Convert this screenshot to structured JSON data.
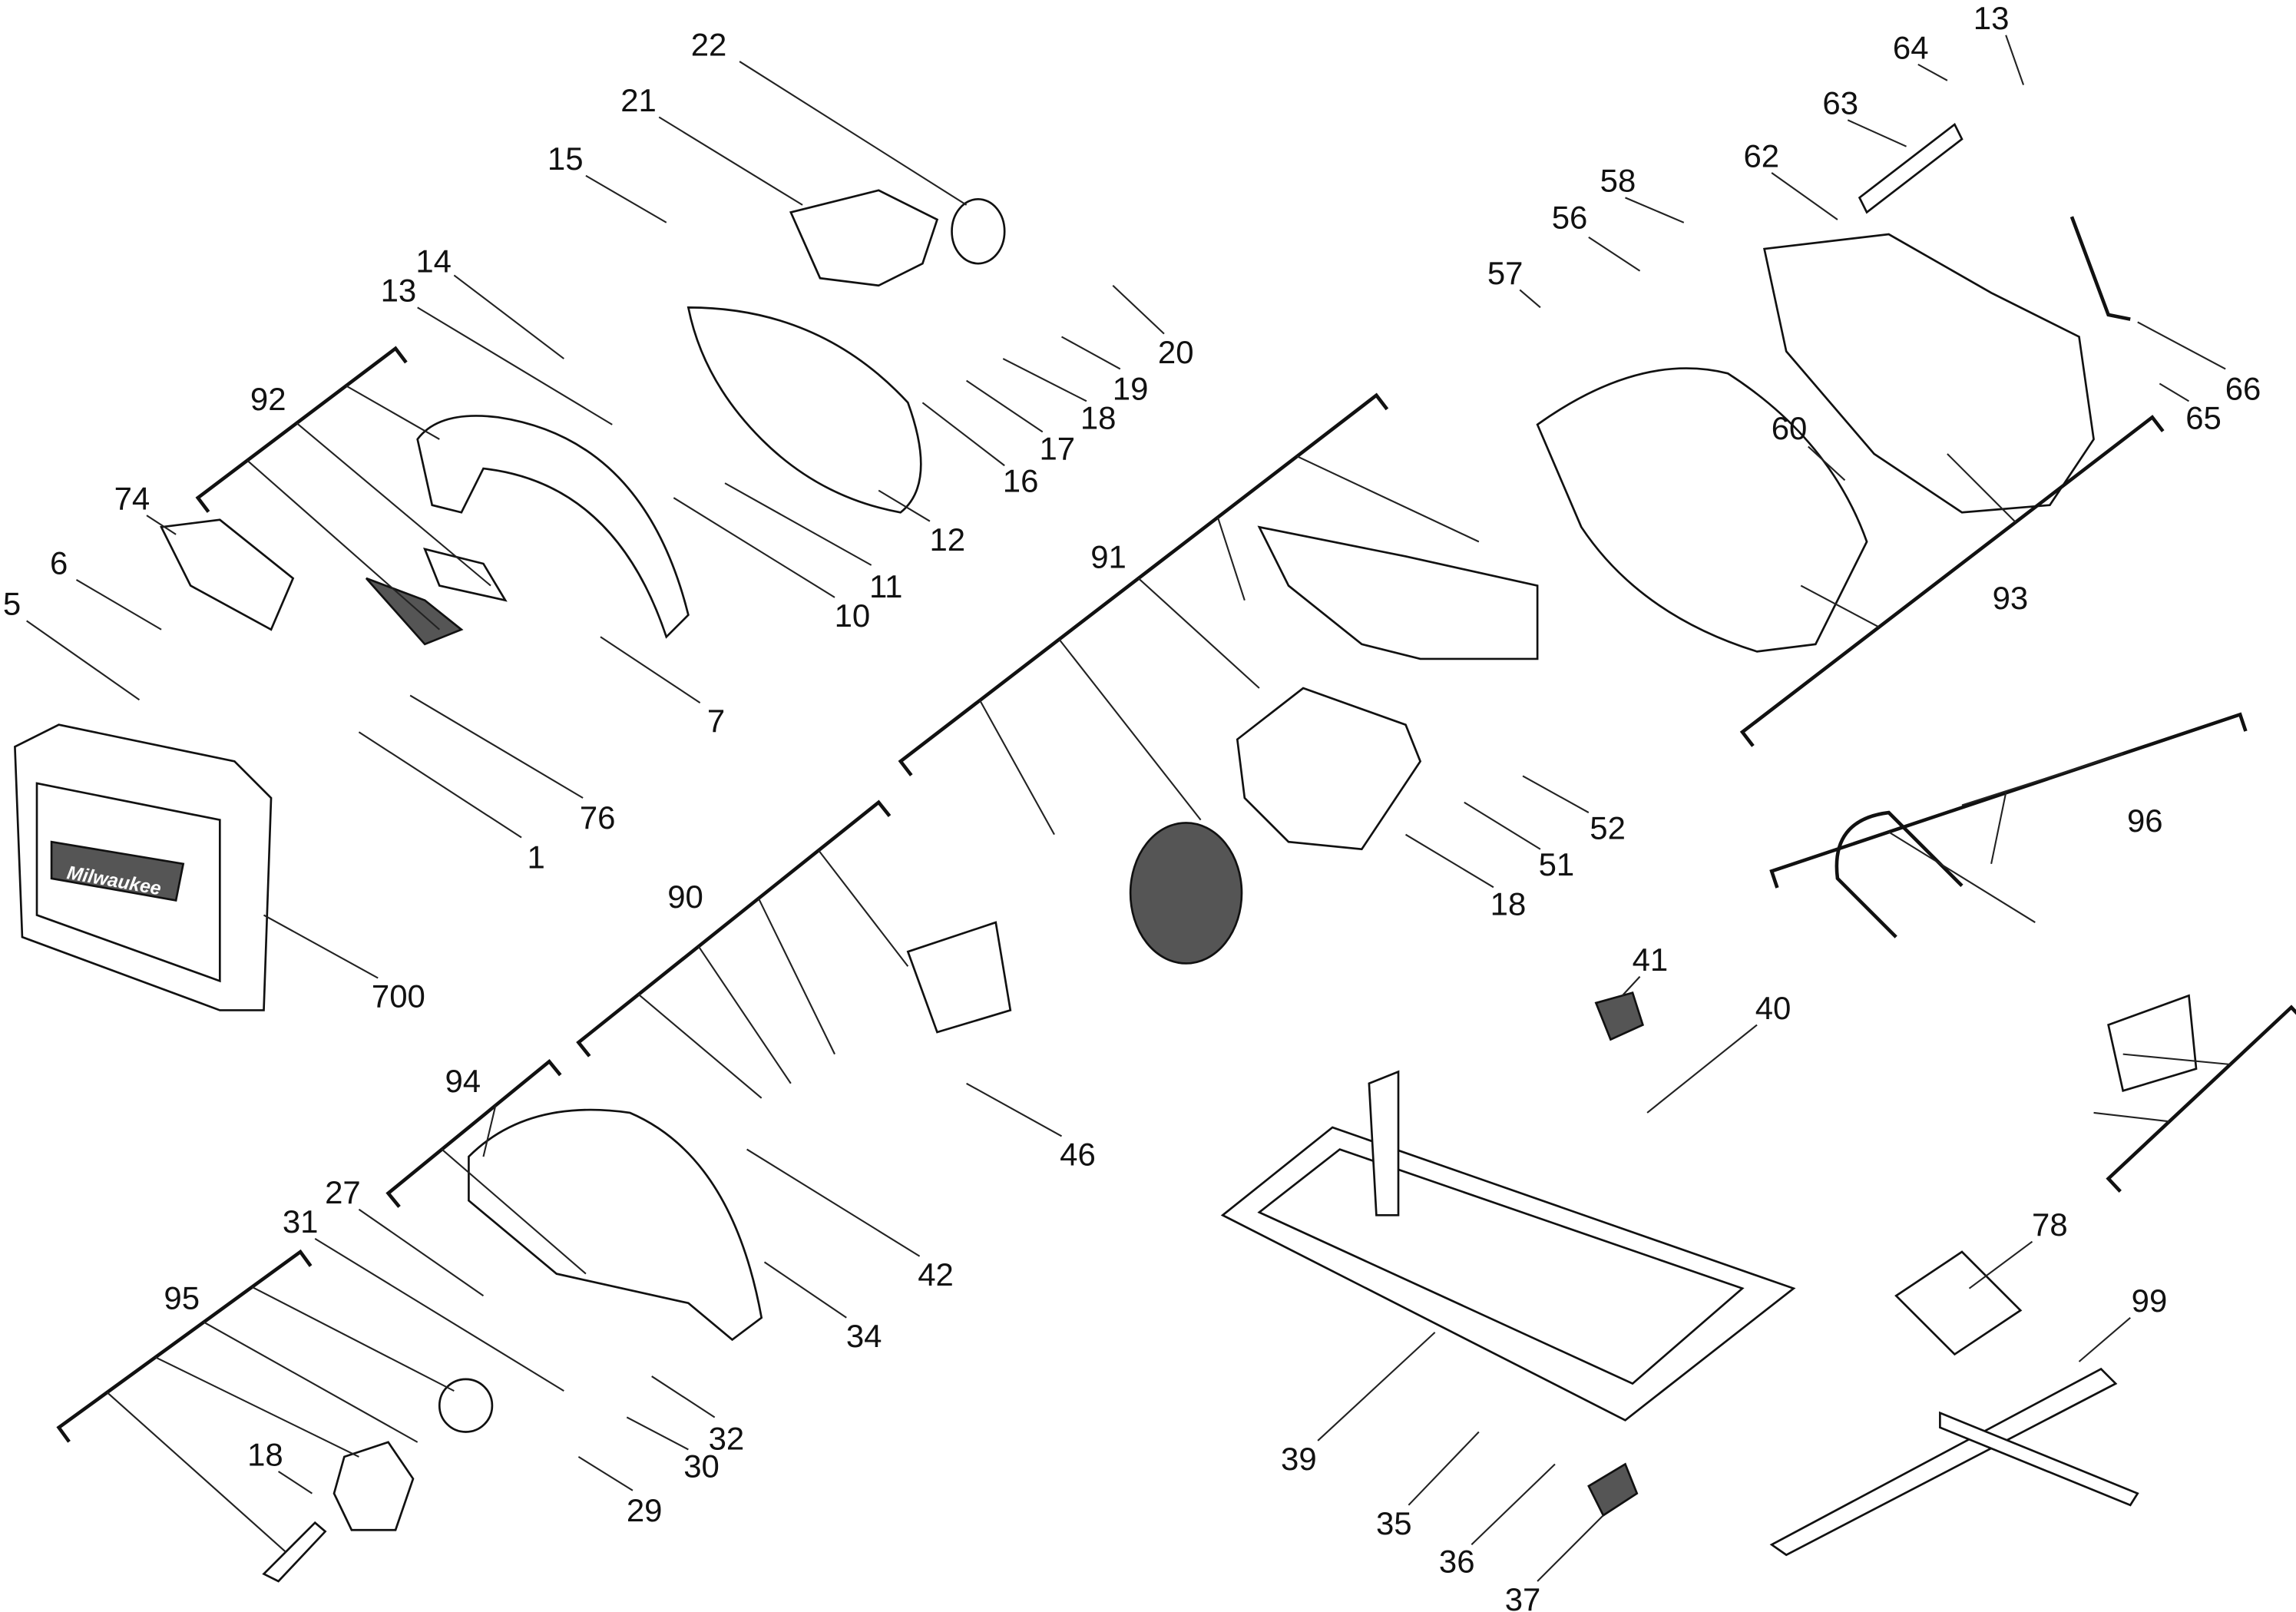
{
  "diagram": {
    "type": "exploded-parts-diagram",
    "brand_logo": "Milwaukee",
    "part_labels": [
      "22",
      "21",
      "15",
      "14",
      "13",
      "92",
      "74",
      "6",
      "5",
      "13",
      "64",
      "63",
      "62",
      "58",
      "56",
      "57",
      "20",
      "19",
      "18",
      "17",
      "16",
      "12",
      "11",
      "10",
      "7",
      "76",
      "1",
      "700",
      "91",
      "66",
      "65",
      "60",
      "93",
      "52",
      "51",
      "18",
      "96",
      "41",
      "40",
      "90",
      "46",
      "94",
      "27",
      "31",
      "42",
      "34",
      "95",
      "32",
      "30",
      "29",
      "18",
      "78",
      "99",
      "39",
      "35",
      "36",
      "37"
    ]
  }
}
